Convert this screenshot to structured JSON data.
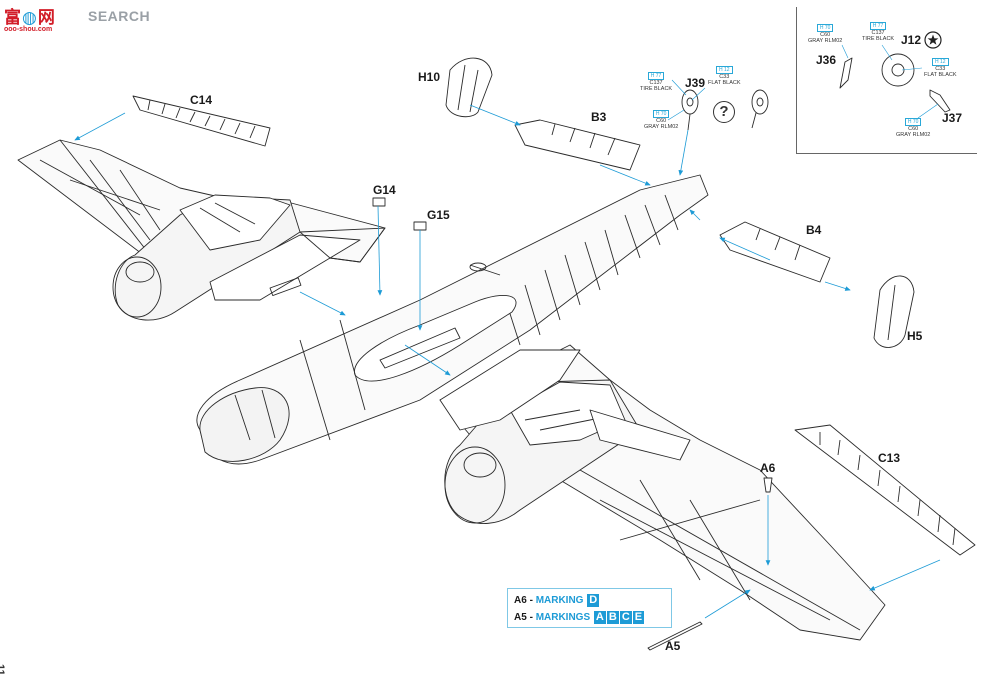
{
  "watermark": {
    "logo_cn": "富",
    "logo_cn2": "网",
    "brand": "SEARCH",
    "url": "ooo-shou.com"
  },
  "page_number": "11",
  "part_labels": {
    "c14": "C14",
    "h10": "H10",
    "b3": "B3",
    "j39": "J39",
    "g14": "G14",
    "g15": "G15",
    "b4": "B4",
    "h5": "H5",
    "c13": "C13",
    "a6": "A6",
    "a5": "A5",
    "j12": "J12",
    "j36": "J36",
    "j37": "J37"
  },
  "paint_callouts": {
    "j39_tire": {
      "h": "H 77",
      "c": "C137",
      "name": "TIRE BLACK"
    },
    "j39_flat": {
      "h": "H 12",
      "c": "C33",
      "name": "FLAT BLACK"
    },
    "j39_gray": {
      "h": "H 70",
      "c": "C60",
      "name": "GRAY RLM02"
    },
    "inset_gray": {
      "h": "H 70",
      "c": "C60",
      "name": "GRAY RLM02"
    },
    "inset_tire": {
      "h": "H 77",
      "c": "C137",
      "name": "TIRE BLACK"
    },
    "inset_flat": {
      "h": "H 12",
      "c": "C33",
      "name": "FLAT BLACK"
    },
    "inset_gray2": {
      "h": "H 70",
      "c": "C60",
      "name": "GRAY RLM02"
    }
  },
  "question_mark": "?",
  "legend": {
    "row1": {
      "code": "A6",
      "sep": " - ",
      "word": "MARKING",
      "badges": [
        "D"
      ]
    },
    "row2": {
      "code": "A5",
      "sep": " - ",
      "word": "MARKINGS",
      "badges": [
        "A",
        "B",
        "C",
        "E"
      ]
    }
  },
  "colors": {
    "line": "#2b2b2b",
    "arrow": "#1d9bd6",
    "accent_red": "#d21d28",
    "watermark_gray": "#9aa0a6"
  },
  "icons": {
    "star": "star-in-circle-icon",
    "question": "question-circle-icon"
  }
}
